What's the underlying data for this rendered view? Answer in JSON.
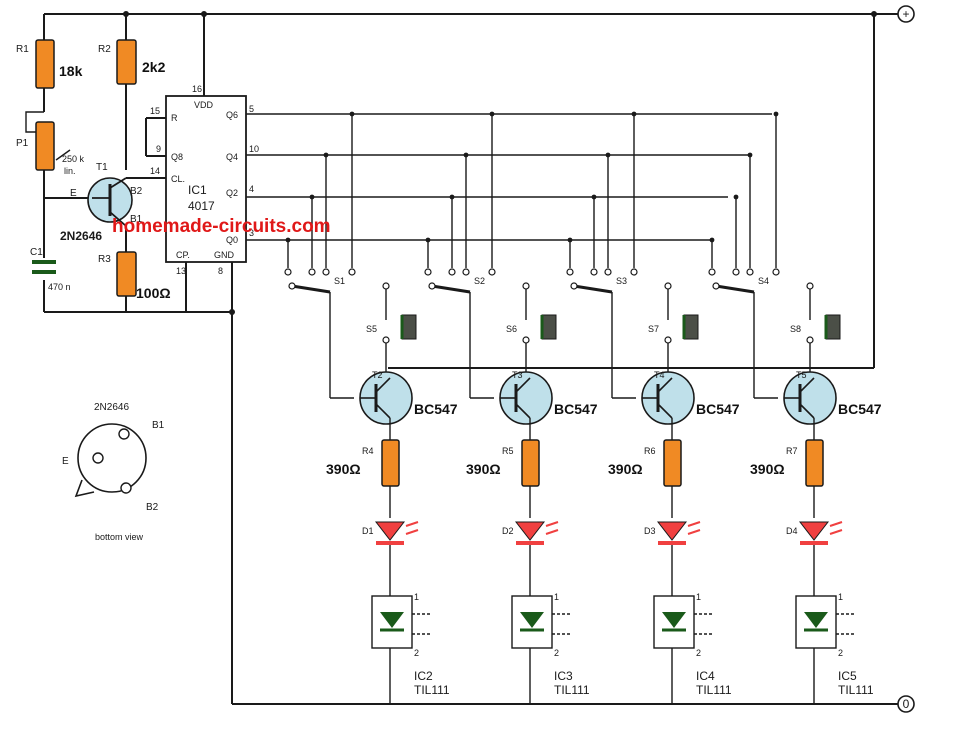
{
  "watermark": "homemade-circuits.com",
  "rails": {
    "positive": "+",
    "ground": "0"
  },
  "timer": {
    "r1": {
      "ref": "R1",
      "value": "18k"
    },
    "r2": {
      "ref": "R2",
      "value": "2k2"
    },
    "r3": {
      "ref": "R3",
      "value": "100Ω"
    },
    "p1": {
      "ref": "P1",
      "value": "250 k",
      "note": "lin."
    },
    "c1": {
      "ref": "C1",
      "value": "470 n"
    },
    "t1": {
      "ref": "T1",
      "part": "2N2646",
      "pin_e": "E",
      "pin_b1": "B1",
      "pin_b2": "B2"
    }
  },
  "counter": {
    "name": "IC1",
    "part": "4017",
    "pins": {
      "r": "R",
      "q8": "Q8",
      "cl": "CL.",
      "cp": "CP.",
      "vdd": "VDD",
      "gnd": "GND",
      "q6": "Q6",
      "q4": "Q4",
      "q2": "Q2",
      "q0": "Q0"
    },
    "pin_numbers": {
      "r": "15",
      "q8": "9",
      "cl": "14",
      "cp": "13",
      "vdd": "16",
      "gnd": "8",
      "q6": "5",
      "q4": "10",
      "q2": "4",
      "q0": "3"
    }
  },
  "pinout": {
    "title": "2N2646",
    "e": "E",
    "b1": "B1",
    "b2": "B2",
    "caption": "bottom view"
  },
  "channels": [
    {
      "switch": "S1",
      "button": "S5",
      "transistor": "T2",
      "transistor_part": "BC547",
      "resistor": "R4",
      "resistor_value": "390Ω",
      "led": "D1",
      "pin1": "1",
      "pin2": "2",
      "opto": "IC2",
      "opto_part": "TIL111"
    },
    {
      "switch": "S2",
      "button": "S6",
      "transistor": "T3",
      "transistor_part": "BC547",
      "resistor": "R5",
      "resistor_value": "390Ω",
      "led": "D2",
      "pin1": "1",
      "pin2": "2",
      "opto": "IC3",
      "opto_part": "TIL111"
    },
    {
      "switch": "S3",
      "button": "S7",
      "transistor": "T4",
      "transistor_part": "BC547",
      "resistor": "R6",
      "resistor_value": "390Ω",
      "led": "D3",
      "pin1": "1",
      "pin2": "2",
      "opto": "IC4",
      "opto_part": "TIL111"
    },
    {
      "switch": "S4",
      "button": "S8",
      "transistor": "T5",
      "transistor_part": "BC547",
      "resistor": "R7",
      "resistor_value": "390Ω",
      "led": "D4",
      "pin1": "1",
      "pin2": "2",
      "opto": "IC5",
      "opto_part": "TIL111"
    }
  ],
  "colors": {
    "wire": "#1a1a1a",
    "resistor": "#f08a24",
    "transistor": "#bfe0ea",
    "led": "#f04040",
    "button": "#4b4f47",
    "watermark": "#e01818"
  }
}
